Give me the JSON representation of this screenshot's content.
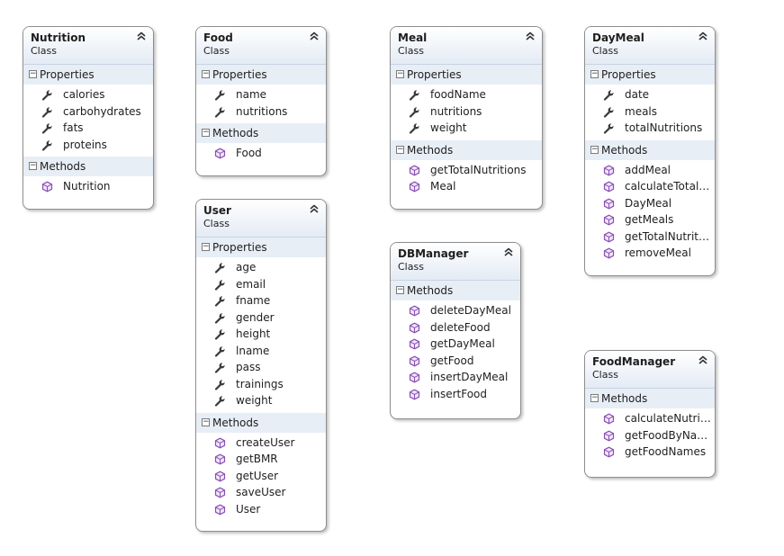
{
  "classes": {
    "nutrition": {
      "name": "Nutrition",
      "stereotype": "Class",
      "properties_label": "Properties",
      "methods_label": "Methods",
      "properties": [
        "calories",
        "carbohydrates",
        "fats",
        "proteins"
      ],
      "methods": [
        "Nutrition"
      ]
    },
    "food": {
      "name": "Food",
      "stereotype": "Class",
      "properties_label": "Properties",
      "methods_label": "Methods",
      "properties": [
        "name",
        "nutritions"
      ],
      "methods": [
        "Food"
      ]
    },
    "meal": {
      "name": "Meal",
      "stereotype": "Class",
      "properties_label": "Properties",
      "methods_label": "Methods",
      "properties": [
        "foodName",
        "nutritions",
        "weight"
      ],
      "methods": [
        "getTotalNutritions",
        "Meal"
      ]
    },
    "daymeal": {
      "name": "DayMeal",
      "stereotype": "Class",
      "properties_label": "Properties",
      "methods_label": "Methods",
      "properties": [
        "date",
        "meals",
        "totalNutritions"
      ],
      "methods": [
        "addMeal",
        "calculateTotalN...",
        "DayMeal",
        "getMeals",
        "getTotalNutriti...",
        "removeMeal"
      ]
    },
    "user": {
      "name": "User",
      "stereotype": "Class",
      "properties_label": "Properties",
      "methods_label": "Methods",
      "properties": [
        "age",
        "email",
        "fname",
        "gender",
        "height",
        "lname",
        "pass",
        "trainings",
        "weight"
      ],
      "methods": [
        "createUser",
        "getBMR",
        "getUser",
        "saveUser",
        "User"
      ]
    },
    "dbmanager": {
      "name": "DBManager",
      "stereotype": "Class",
      "methods_label": "Methods",
      "methods": [
        "deleteDayMeal",
        "deleteFood",
        "getDayMeal",
        "getFood",
        "insertDayMeal",
        "insertFood"
      ]
    },
    "foodmanager": {
      "name": "FoodManager",
      "stereotype": "Class",
      "methods_label": "Methods",
      "methods": [
        "calculateNutriti...",
        "getFoodByName",
        "getFoodNames"
      ]
    }
  },
  "icons": {
    "property": "wrench-icon",
    "method": "purple-cube-icon",
    "collapse": "double-chevron-up-icon",
    "section_toggle": "minus-box-icon"
  },
  "colors": {
    "header_gradient_end": "#e4ebf5",
    "section_band": "#e8eef6",
    "border": "#8e8e8e",
    "method_icon": "#8a4fb5",
    "property_icon": "#3a3a3a"
  }
}
